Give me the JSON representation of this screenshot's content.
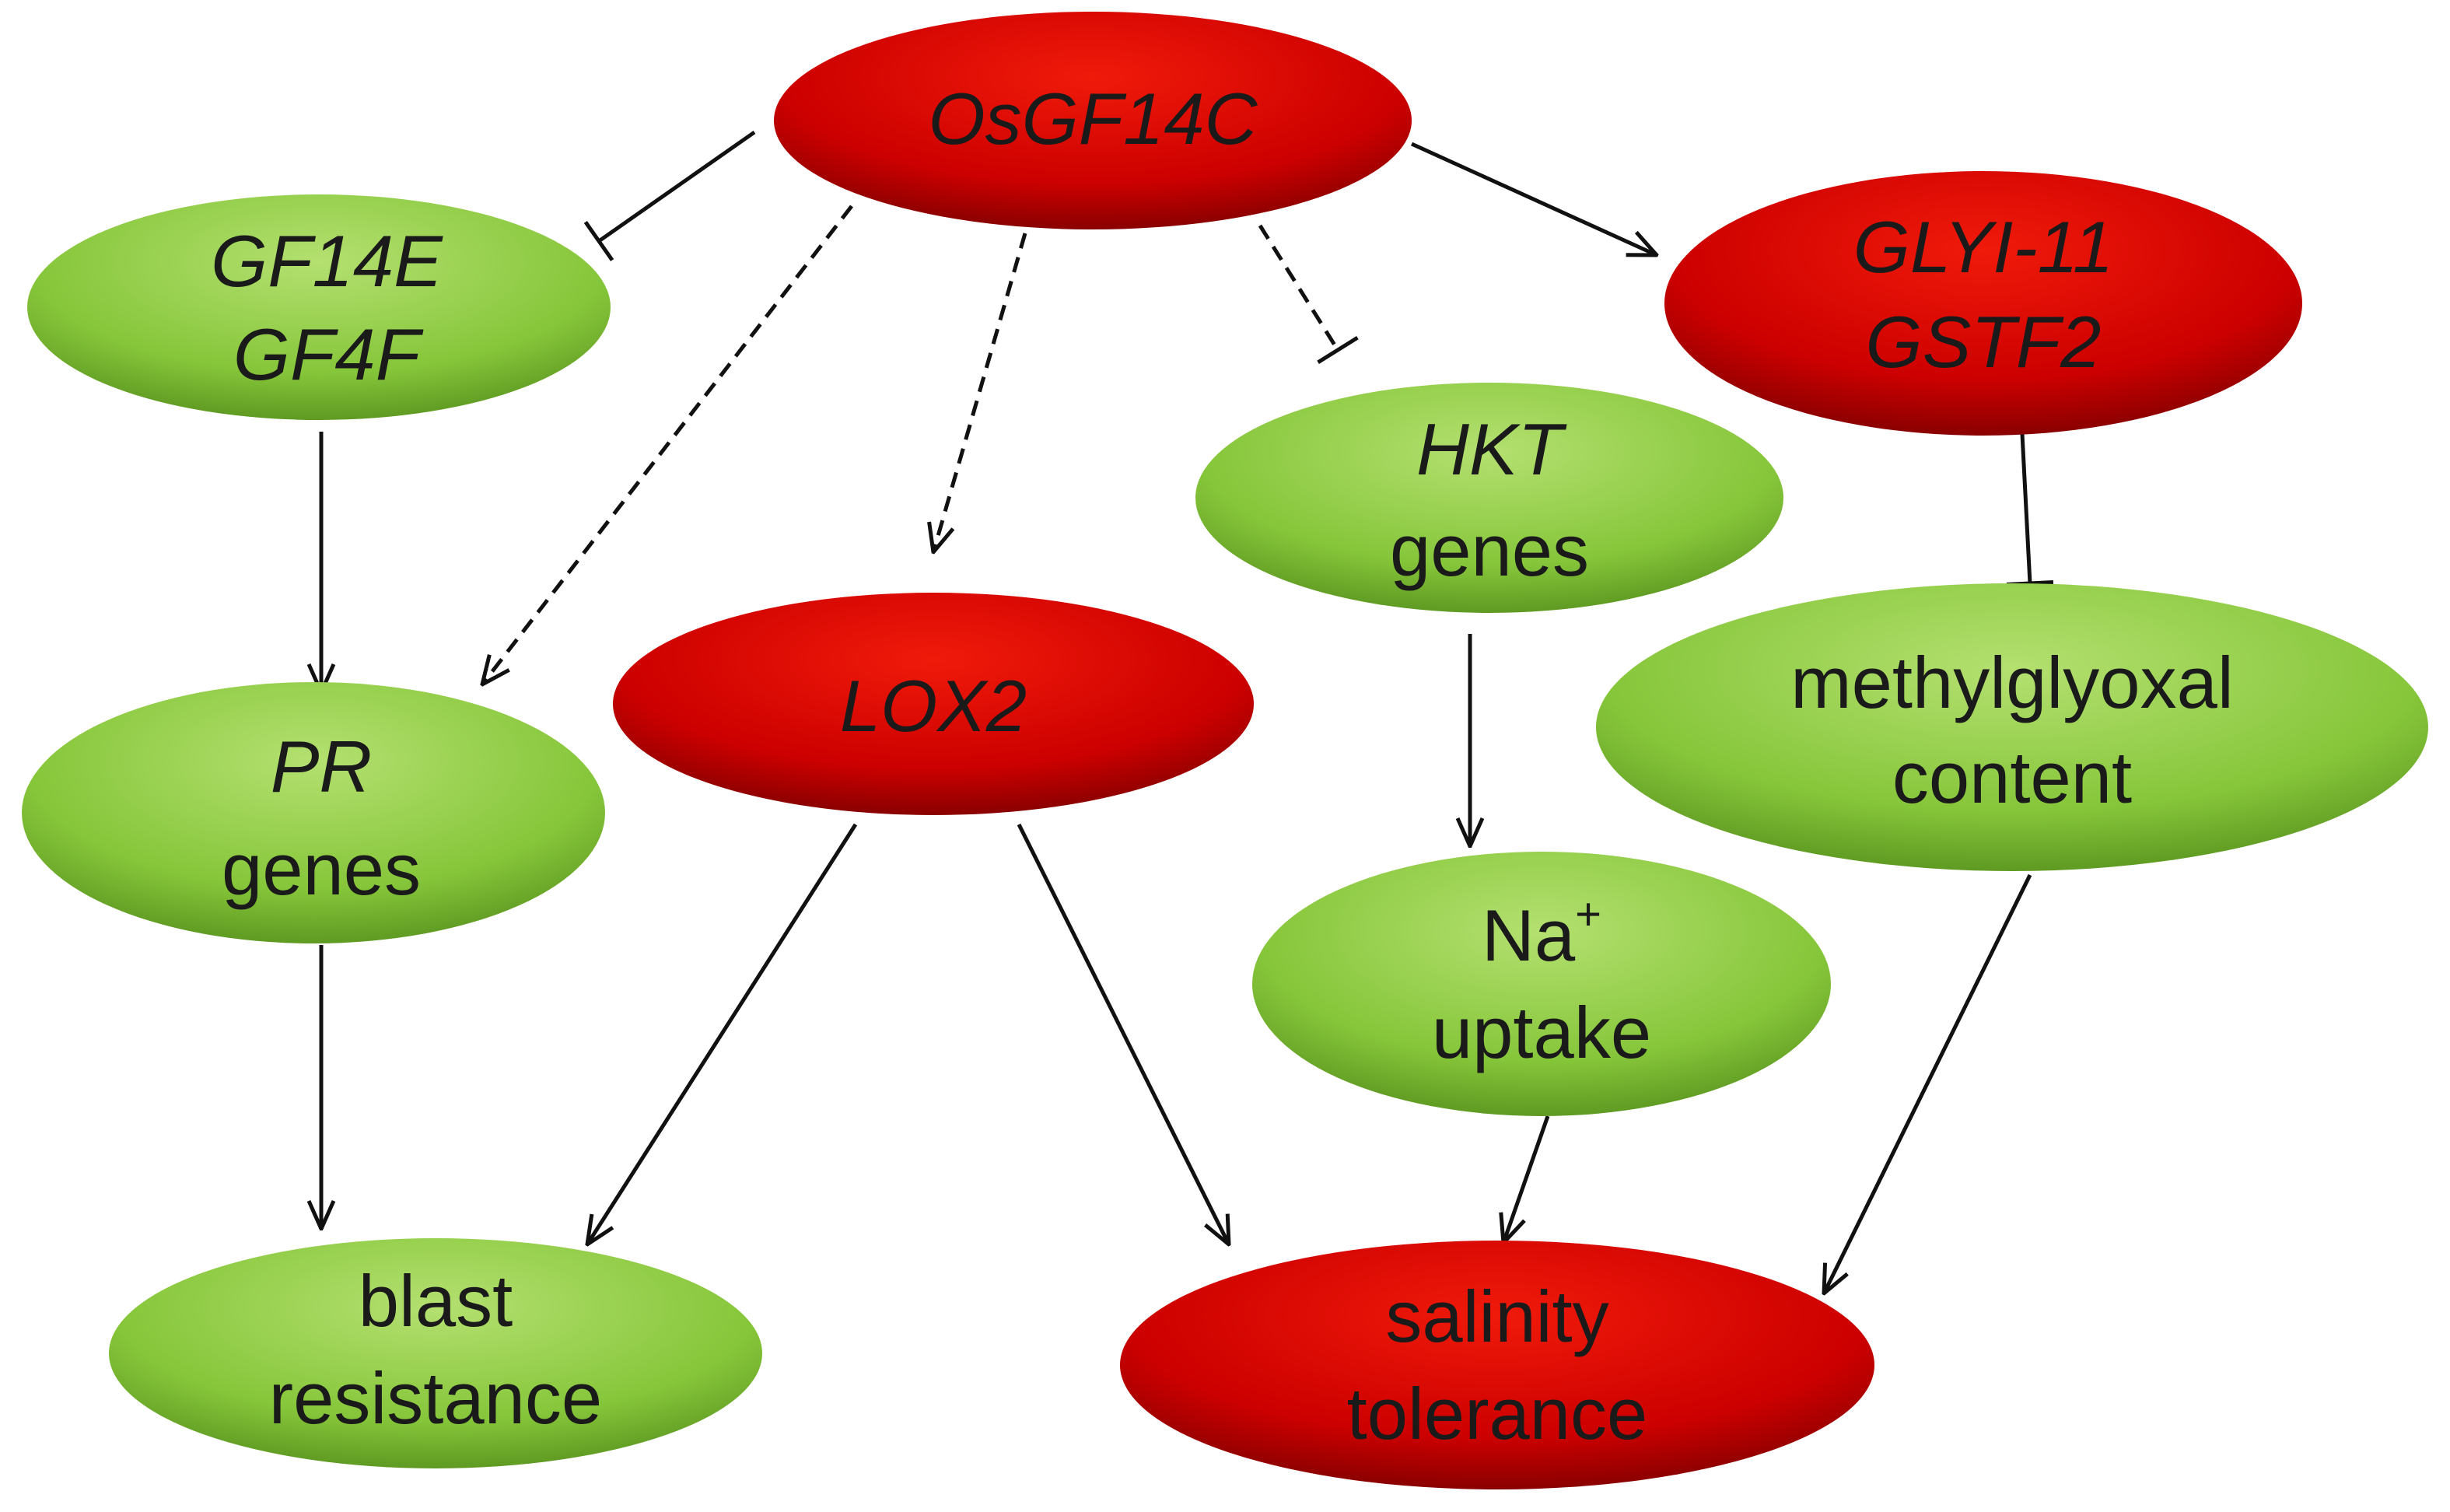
{
  "colors": {
    "red_node": "#d40000",
    "green_node": "#8ccc3c",
    "edge": "#111111"
  },
  "nodes": {
    "osgf14c": {
      "label": "OsGF14C",
      "color": "red"
    },
    "gf14e_gf4f": {
      "line1": "GF14E",
      "line2": "GF4F",
      "color": "green"
    },
    "glyi_gstf": {
      "line1": "GLYI-11",
      "line2": "GSTF2",
      "color": "red"
    },
    "hkt": {
      "line1": "HKT",
      "line2": "genes",
      "color": "green"
    },
    "lox2": {
      "label": "LOX2",
      "color": "red"
    },
    "pr": {
      "line1": "PR",
      "line2": "genes",
      "color": "green"
    },
    "methylglyoxal": {
      "line1": "methylglyoxal",
      "line2": "content",
      "color": "green"
    },
    "na_uptake": {
      "line1": "Na",
      "sup": "+",
      "line2": "uptake",
      "color": "green"
    },
    "blast": {
      "line1": "blast",
      "line2": "resistance",
      "color": "green"
    },
    "salinity": {
      "line1": "salinity",
      "line2": "tolerance",
      "color": "red"
    }
  },
  "edges": [
    {
      "from": "osgf14c",
      "to": "gf14e_gf4f",
      "type": "inhibit",
      "style": "solid"
    },
    {
      "from": "osgf14c",
      "to": "pr",
      "type": "activate",
      "style": "dashed"
    },
    {
      "from": "osgf14c",
      "to": "lox2",
      "type": "activate",
      "style": "dashed"
    },
    {
      "from": "osgf14c",
      "to": "hkt",
      "type": "inhibit",
      "style": "dashed"
    },
    {
      "from": "osgf14c",
      "to": "glyi_gstf",
      "type": "activate",
      "style": "solid"
    },
    {
      "from": "gf14e_gf4f",
      "to": "pr",
      "type": "activate",
      "style": "solid"
    },
    {
      "from": "pr",
      "to": "blast",
      "type": "activate",
      "style": "solid"
    },
    {
      "from": "lox2",
      "to": "blast",
      "type": "activate",
      "style": "solid"
    },
    {
      "from": "lox2",
      "to": "salinity",
      "type": "activate",
      "style": "solid"
    },
    {
      "from": "hkt",
      "to": "na_uptake",
      "type": "activate",
      "style": "solid"
    },
    {
      "from": "na_uptake",
      "to": "salinity",
      "type": "activate",
      "style": "solid"
    },
    {
      "from": "glyi_gstf",
      "to": "methylglyoxal",
      "type": "inhibit",
      "style": "solid"
    },
    {
      "from": "methylglyoxal",
      "to": "salinity",
      "type": "activate",
      "style": "solid"
    }
  ]
}
